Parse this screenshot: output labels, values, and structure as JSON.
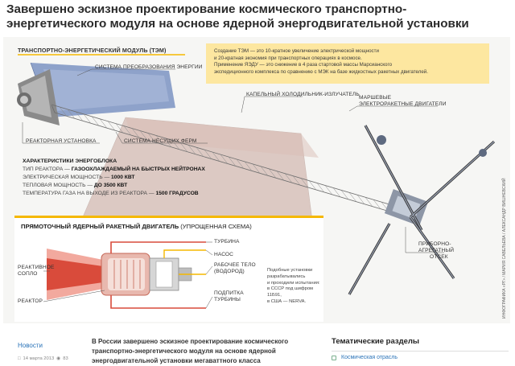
{
  "headline": "Завершено эскизное проектирование космического транспортно-энергетического модуля на основе ядерной энергодвигательной установки",
  "infographic": {
    "module_title": "ТРАНСПОРТНО-ЭНЕРГЕТИЧЕСКИЙ МОДУЛЬ (ТЭМ)",
    "info_lines": [
      "Создание ТЭМ — это 10-кратное увеличение электрической мощности",
      "и 20-кратная экономия при транспортных операциях в космосе.",
      "Применение ЯЭДУ — это снижение в 4 раза стартовой массы Марсианского",
      "экспедиционного комплекса по сравнению с МЭК на базе жидкостных ракетных двигателей."
    ],
    "labels": {
      "conversion": "СИСТЕМА ПРЕОБРАЗОВАНИЯ ЭНЕРГИИ",
      "radiator": "КАПЕЛЬНЫЙ ХОЛОДИЛЬНИК-ИЗЛУЧАТЕЛЬ",
      "thrusters_line1": "МАРШЕВЫЕ",
      "thrusters_line2": "ЭЛЕКТРОРАКЕТНЫЕ ДВИГАТЕЛИ",
      "reactor": "РЕАКТОРНАЯ УСТАНОВКА",
      "truss": "СИСТЕМА НЕСУЩИХ ФЕРМ",
      "instrument_line1": "ПРИБОРНО-",
      "instrument_line2": "АГРЕГАТНЫЙ",
      "instrument_line3": "ОТСЕК"
    },
    "spec": {
      "title": "ХАРАКТЕРИСТИКИ ЭНЕРГОБЛОКА",
      "rows": [
        {
          "label": "ТИП РЕАКТОРА — ",
          "value": "ГАЗООХЛАЖДАЕМЫЙ НА БЫСТРЫХ НЕЙТРОНАХ"
        },
        {
          "label": "ЭЛЕКТРИЧЕСКАЯ МОЩНОСТЬ — ",
          "value": "1000 КВТ"
        },
        {
          "label": "ТЕПЛОВАЯ МОЩНОСТЬ — ",
          "value": "ДО 3500 КВТ"
        },
        {
          "label": "ТЕМПЕРАТУРА ГАЗА НА ВЫХОДЕ ИЗ РЕАКТОРА — ",
          "value": "1500 ГРАДУСОВ"
        }
      ]
    },
    "engine": {
      "title": "ПРЯМОТОЧНЫЙ ЯДЕРНЫЙ РАКЕТНЫЙ ДВИГАТЕЛЬ",
      "subtitle": " (УПРОЩЕННАЯ СХЕМА)",
      "labels": {
        "nozzle_line1": "РЕАКТИВНОЕ",
        "nozzle_line2": "СОПЛО",
        "reactor": "РЕАКТОР",
        "turbine": "ТУРБИНА",
        "pump": "НАСОС",
        "fluid_line1": "РАБОЧЕЕ ТЕЛО",
        "fluid_line2": "(ВОДОРОД)",
        "feed_line1": "ПОДПИТКА",
        "feed_line2": "ТУРБИНЫ"
      },
      "note_lines": [
        "Подобные установки",
        "разрабатывались",
        "и проходили испытания:",
        "в СССР под шифром 11Б91,",
        "в США — NERVA."
      ]
    },
    "credit": "ИНФОГРАФИКА «РГ» / МАРИЯ САВЕЛЬЕВА / АЛЕКСАНДР ВИШНЕВСКИЙ"
  },
  "footer": {
    "news_link": "Новости",
    "date": "14 марта 2013",
    "views": "83",
    "lead": "В России завершено эскизное проектирование космического транспортно-энергетического модуля на основе ядерной энергодвигательной установки мегаваттного класса",
    "sections_title": "Тематические разделы",
    "sections_item": "Космическая отрасль"
  },
  "colors": {
    "accent_yellow": "#f5b800",
    "info_box": "#fde7a0",
    "radiator": "#c9a9a0",
    "engine_red": "#d94b3b",
    "link_blue": "#2a73b8"
  }
}
